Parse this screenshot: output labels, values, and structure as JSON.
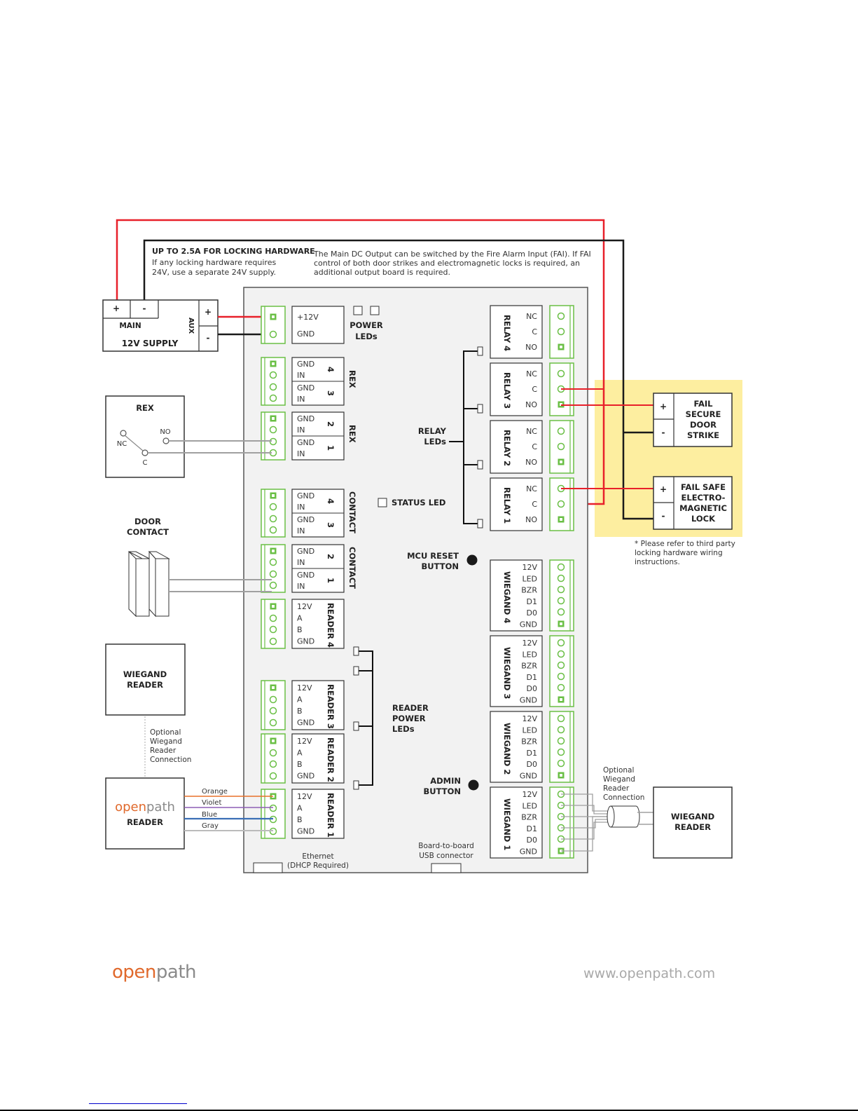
{
  "colors": {
    "red_wire": "#e8202a",
    "black_wire": "#1a1a1a",
    "gray_wire": "#a0a0a0",
    "terminal_green": "#6abf45",
    "board_fill": "#f2f2f2",
    "highlight_yellow": "#fdeea0",
    "orange_wire": "#e8702a",
    "violet_wire": "#8e5fb5",
    "blue_wire": "#3b6fb6",
    "gray_wire_reader": "#bbbbbb",
    "brand_orange": "#e0692c",
    "brand_gray": "#8a8a8a"
  },
  "notes": {
    "locking_title": "UP TO 2.5A FOR LOCKING HARDWARE",
    "locking_line1": "If any locking hardware requires",
    "locking_line2": "24V, use a separate 24V supply.",
    "fai_line1": "The Main DC Output can be switched by the Fire Alarm Input (FAI). If FAI",
    "fai_line2": "control of both door strikes and electromagnetic locks is required, an",
    "fai_line3": "additional output board is required.",
    "third_party_line1": "* Please refer to third party",
    "third_party_line2": "locking hardware wiring",
    "third_party_line3": "instructions."
  },
  "supply": {
    "plus": "+",
    "minus": "-",
    "main": "MAIN",
    "aux": "AUX",
    "title": "12V SUPPLY"
  },
  "power": {
    "pins": [
      "+12V",
      "GND"
    ],
    "leds_line1": "POWER",
    "leds_line2": "LEDs"
  },
  "rex_blocks": [
    {
      "label": "REX",
      "channels": [
        {
          "num": "4",
          "pins": [
            "GND",
            "IN"
          ]
        },
        {
          "num": "3",
          "pins": [
            "GND",
            "IN"
          ]
        }
      ]
    },
    {
      "label": "REX",
      "channels": [
        {
          "num": "2",
          "pins": [
            "GND",
            "IN"
          ]
        },
        {
          "num": "1",
          "pins": [
            "GND",
            "IN"
          ]
        }
      ]
    }
  ],
  "contact_blocks": [
    {
      "label": "CONTACT",
      "channels": [
        {
          "num": "4",
          "pins": [
            "GND",
            "IN"
          ]
        },
        {
          "num": "3",
          "pins": [
            "GND",
            "IN"
          ]
        }
      ]
    },
    {
      "label": "CONTACT",
      "channels": [
        {
          "num": "2",
          "pins": [
            "GND",
            "IN"
          ]
        },
        {
          "num": "1",
          "pins": [
            "GND",
            "IN"
          ]
        }
      ]
    }
  ],
  "readers": [
    {
      "label": "READER 4",
      "pins": [
        "12V",
        "A",
        "B",
        "GND"
      ]
    },
    {
      "label": "READER 3",
      "pins": [
        "12V",
        "A",
        "B",
        "GND"
      ]
    },
    {
      "label": "READER 2",
      "pins": [
        "12V",
        "A",
        "B",
        "GND"
      ]
    },
    {
      "label": "READER 1",
      "pins": [
        "12V",
        "A",
        "B",
        "GND"
      ]
    }
  ],
  "relays": [
    {
      "label": "RELAY 4",
      "pins": [
        "NC",
        "C",
        "NO"
      ]
    },
    {
      "label": "RELAY 3",
      "pins": [
        "NC",
        "C",
        "NO"
      ]
    },
    {
      "label": "RELAY 2",
      "pins": [
        "NC",
        "C",
        "NO"
      ]
    },
    {
      "label": "RELAY 1",
      "pins": [
        "NC",
        "C",
        "NO"
      ]
    }
  ],
  "wiegands": [
    {
      "label": "WIEGAND 4",
      "pins": [
        "12V",
        "LED",
        "BZR",
        "D1",
        "D0",
        "GND"
      ]
    },
    {
      "label": "WIEGAND 3",
      "pins": [
        "12V",
        "LED",
        "BZR",
        "D1",
        "D0",
        "GND"
      ]
    },
    {
      "label": "WIEGAND 2",
      "pins": [
        "12V",
        "LED",
        "BZR",
        "D1",
        "D0",
        "GND"
      ]
    },
    {
      "label": "WIEGAND 1",
      "pins": [
        "12V",
        "LED",
        "BZR",
        "D1",
        "D0",
        "GND"
      ]
    }
  ],
  "board_labels": {
    "relay_leds_line1": "RELAY",
    "relay_leds_line2": "LEDs",
    "status_led": "STATUS LED",
    "mcu_reset_line1": "MCU RESET",
    "mcu_reset_line2": "BUTTON",
    "reader_power_line1": "READER",
    "reader_power_line2": "POWER",
    "reader_power_line3": "LEDs",
    "admin_line1": "ADMIN",
    "admin_line2": "BUTTON",
    "ethernet_line1": "Ethernet",
    "ethernet_line2": "(DHCP Required)",
    "usb_line1": "Board-to-board",
    "usb_line2": "USB connector"
  },
  "rex_device": {
    "title": "REX",
    "nc": "NC",
    "no": "NO",
    "c": "C"
  },
  "door_contact": {
    "line1": "DOOR",
    "line2": "CONTACT"
  },
  "wiegand_reader_left": {
    "line1": "WIEGAND",
    "line2": "READER",
    "optional_lines": [
      "Optional",
      "Wiegand",
      "Reader",
      "Connection"
    ]
  },
  "openpath_reader": {
    "logo_open": "open",
    "logo_path": "path",
    "label": "READER",
    "wires": [
      "Orange",
      "Violet",
      "Blue",
      "Gray"
    ]
  },
  "wiegand_reader_right": {
    "line1": "WIEGAND",
    "line2": "READER",
    "optional_lines": [
      "Optional",
      "Wiegand",
      "Reader",
      "Connection"
    ]
  },
  "locks": [
    {
      "lines": [
        "FAIL",
        "SECURE",
        "DOOR",
        "STRIKE"
      ],
      "plus": "+",
      "minus": "-"
    },
    {
      "lines": [
        "FAIL SAFE",
        "ELECTRO-",
        "MAGNETIC",
        "LOCK"
      ],
      "plus": "+",
      "minus": "-"
    }
  ],
  "footer": {
    "logo_open": "open",
    "logo_path": "path",
    "url": "www.openpath.com"
  }
}
